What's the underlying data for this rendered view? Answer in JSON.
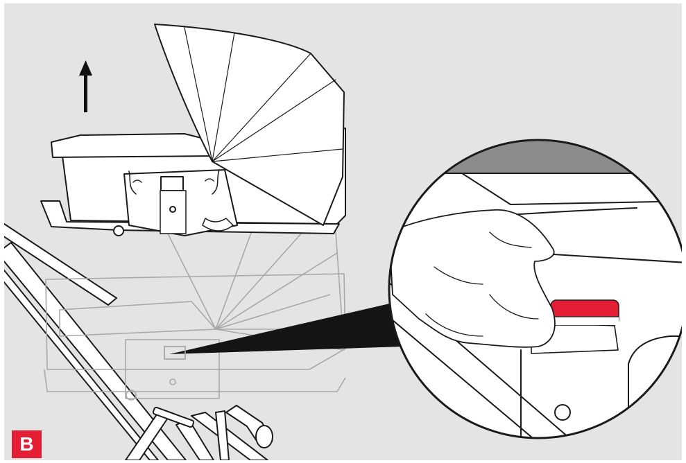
{
  "step": {
    "label": "B"
  },
  "colors": {
    "panel_background": "#e4e4e4",
    "line": "#1a1a1a",
    "ghost_line": "#a8a8a8",
    "fill": "#ffffff",
    "accent_red": "#e41f35",
    "top_band_grey": "#8c8c8c"
  },
  "icons": {
    "direction": "arrow-up-icon",
    "zoom_pointer": "zoom-pointer-wedge",
    "release_tab": "red-release-tab"
  }
}
